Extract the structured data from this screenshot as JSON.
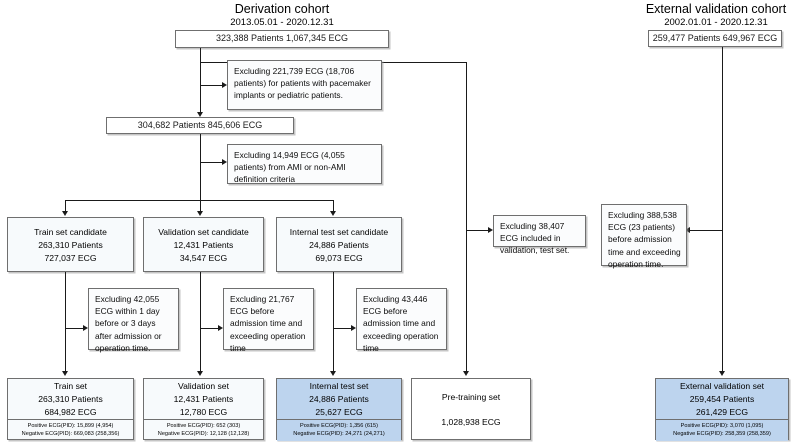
{
  "figure": {
    "type": "flowchart",
    "description": "Patient/ECG dataset derivation and external validation cohort flow diagram"
  },
  "derivation": {
    "title": "Derivation cohort",
    "dates": "2013.05.01 - 2020.12.31",
    "root_box": "323,388 Patients  1,067,345 ECG",
    "second_box": "304,682 Patients 845,606 ECG",
    "exclusion_1": "Excluding 221,739 ECG (18,706 patients) for patients with pacemaker implants or pediatric patients.",
    "exclusion_2": "Excluding 14,949 ECG (4,055 patients) from AMI or non-AMI definition criteria",
    "exclusion_pretrain": "Excluding 38,407 ECG included in validation, test set."
  },
  "external": {
    "title": "External validation cohort",
    "dates": "2002.01.01 - 2020.12.31",
    "root_box": "259,477 Patients 649,967 ECG",
    "exclusion": "Excluding 388,538 ECG (23 patients) before admission time and exceeding operation time."
  },
  "candidates": [
    {
      "name": "train-set-candidate",
      "title": "Train set candidate",
      "patients": "263,310 Patients",
      "ecg": "727,037 ECG"
    },
    {
      "name": "validation-set-candidate",
      "title": "Validation set candidate",
      "patients": "12,431 Patients",
      "ecg": "34,547 ECG"
    },
    {
      "name": "internal-test-set-candidate",
      "title": "Internal test set candidate",
      "patients": "24,886 Patients",
      "ecg": "69,073 ECG"
    }
  ],
  "mid_exclusions": [
    {
      "name": "train-exclusion",
      "text": "Excluding 42,055 ECG within 1 day before or 3 days after admission or operation time."
    },
    {
      "name": "validation-exclusion",
      "text": "Excluding 21,767 ECG before admission time and exceeding operation time"
    },
    {
      "name": "internal-test-exclusion",
      "text": "Excluding 43,446 ECG before admission time and exceeding operation time"
    }
  ],
  "final_sets": [
    {
      "name": "train-set",
      "title": "Train set",
      "patients": "263,310 Patients",
      "ecg": "684,982 ECG",
      "positive": "Positive ECG(PID): 15,899 (4,954)",
      "negative": "Negative ECG(PID): 669,083 (258,356)",
      "highlight": false
    },
    {
      "name": "validation-set",
      "title": "Validation set",
      "patients": "12,431 Patients",
      "ecg": "12,780 ECG",
      "positive": "Positive ECG(PID): 652 (303)",
      "negative": "Negative ECG(PID): 12,128 (12,128)",
      "highlight": false
    },
    {
      "name": "internal-test-set",
      "title": "Internal test set",
      "patients": "24,886 Patients",
      "ecg": "25,627 ECG",
      "positive": "Positive ECG(PID): 1,356 (615)",
      "negative": "Negative ECG(PID): 24,271 (24,271)",
      "highlight": true
    },
    {
      "name": "pre-training-set",
      "title": "Pre-training set",
      "patients": "",
      "ecg": "1,028,938 ECG",
      "positive": "",
      "negative": "",
      "highlight": false
    },
    {
      "name": "external-validation-set",
      "title": "External validation set",
      "patients": "259,454 Patients",
      "ecg": "261,429 ECG",
      "positive": "Positive ECG(PID): 3,070 (1,095)",
      "negative": "Negative ECG(PID): 258,359 (258,359)",
      "highlight": true
    }
  ],
  "colors": {
    "highlight": "#bdd4ee",
    "box_fill": "#f7fafc",
    "border": "#6f6f6f",
    "line": "#1a1a1a"
  }
}
